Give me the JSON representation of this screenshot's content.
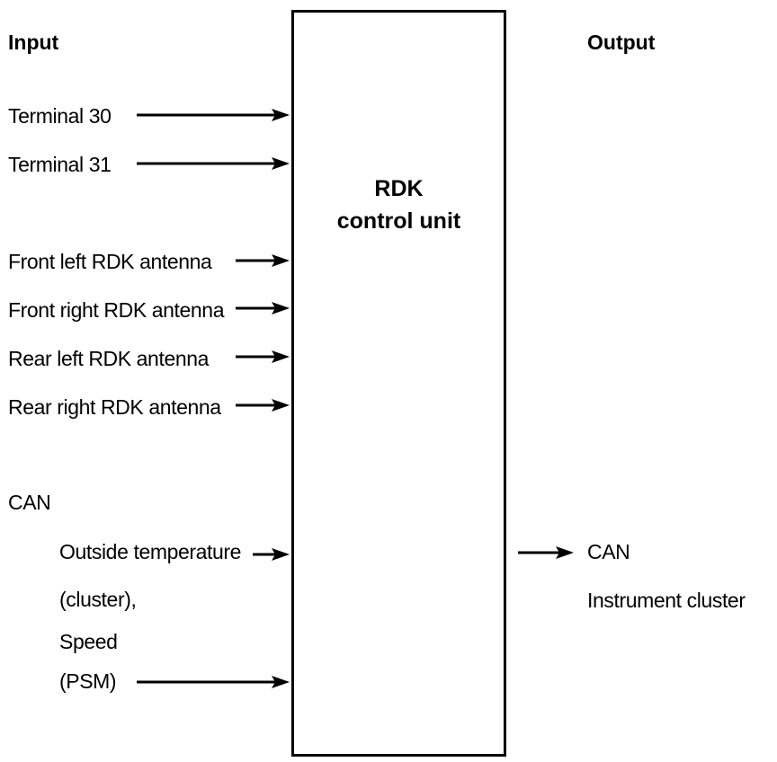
{
  "headers": {
    "input": "Input",
    "output": "Output"
  },
  "control_unit": {
    "line1": "RDK",
    "line2": "control unit"
  },
  "inputs": {
    "terminal_30": "Terminal 30",
    "terminal_31": "Terminal 31",
    "front_left": "Front left RDK antenna",
    "front_right": "Front right RDK antenna",
    "rear_left": "Rear left RDK antenna",
    "rear_right": "Rear right RDK antenna",
    "can": "CAN",
    "outside_temp_line1": "Outside temperature",
    "outside_temp_line2": "(cluster),",
    "speed_line1": "Speed",
    "speed_line2": "(PSM)"
  },
  "outputs": {
    "can": "CAN",
    "instrument_cluster": "Instrument cluster"
  }
}
